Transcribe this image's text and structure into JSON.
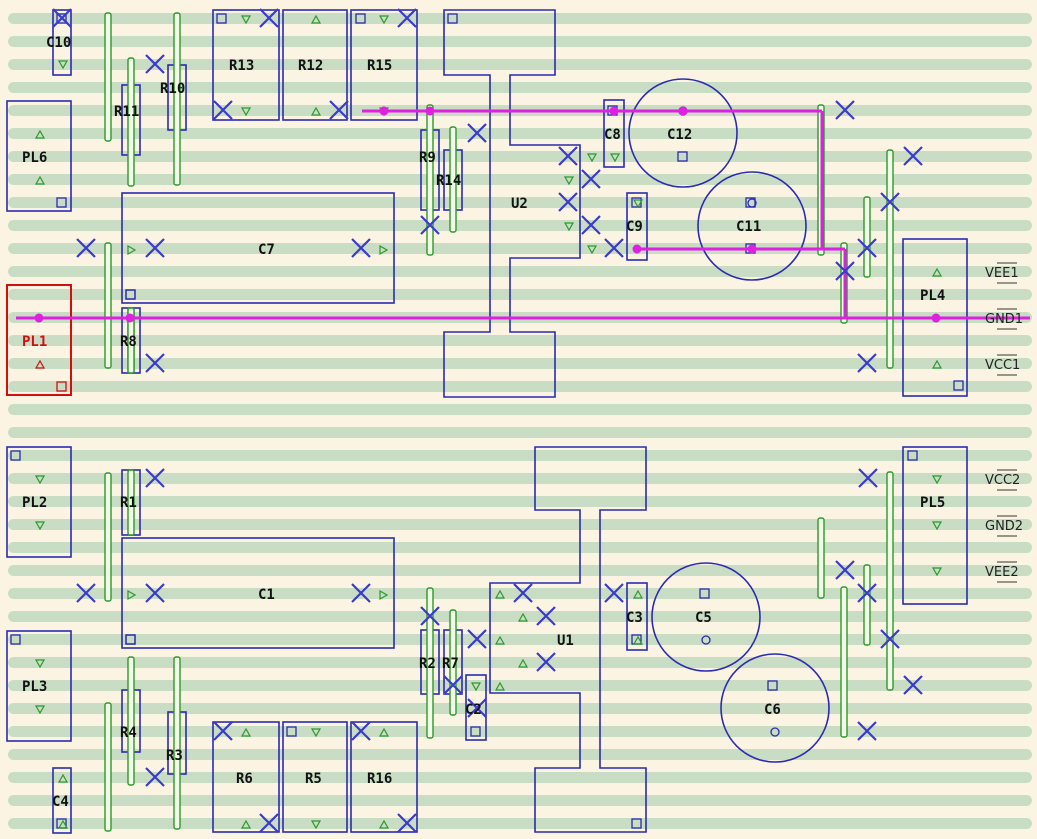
{
  "title": "",
  "colors": {
    "board_bg": "#fbf4e2",
    "strip": "#c9dcc4",
    "outline": "#2b2bb0",
    "wire": "#e020e0",
    "link": "#2a9a2a",
    "cut": "#3a3acc",
    "selected": "#d01010"
  },
  "components": [
    {
      "ref": "C10"
    },
    {
      "ref": "R11"
    },
    {
      "ref": "R10"
    },
    {
      "ref": "R13"
    },
    {
      "ref": "R12"
    },
    {
      "ref": "R15"
    },
    {
      "ref": "PL6"
    },
    {
      "ref": "C7"
    },
    {
      "ref": "R9"
    },
    {
      "ref": "R14"
    },
    {
      "ref": "U2"
    },
    {
      "ref": "C8"
    },
    {
      "ref": "C12"
    },
    {
      "ref": "C9"
    },
    {
      "ref": "C11"
    },
    {
      "ref": "PL4"
    },
    {
      "ref": "PL1",
      "selected": true
    },
    {
      "ref": "R8"
    },
    {
      "ref": "PL2"
    },
    {
      "ref": "R1"
    },
    {
      "ref": "C1"
    },
    {
      "ref": "PL5"
    },
    {
      "ref": "U1"
    },
    {
      "ref": "C3"
    },
    {
      "ref": "C5"
    },
    {
      "ref": "PL3"
    },
    {
      "ref": "R4"
    },
    {
      "ref": "R3"
    },
    {
      "ref": "R2"
    },
    {
      "ref": "R7"
    },
    {
      "ref": "C2"
    },
    {
      "ref": "C6"
    },
    {
      "ref": "C4"
    },
    {
      "ref": "R6"
    },
    {
      "ref": "R5"
    },
    {
      "ref": "R16"
    }
  ],
  "net_labels": [
    "VEE1",
    "GND1",
    "VCC1",
    "VCC2",
    "GND2",
    "VEE2"
  ]
}
